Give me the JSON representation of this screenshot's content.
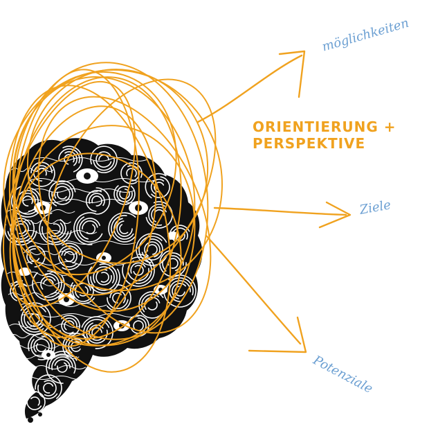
{
  "headline": {
    "line1": "ORIENTIERUNG +",
    "line2": "PERSPEKTIVE"
  },
  "labels": {
    "moeglichkeiten": "möglichkeiten",
    "ziele": "Ziele",
    "potenziale": "Potenziale"
  },
  "colors": {
    "accent_orange": "#f0a21f",
    "handwriting_blue": "#6b9fd2",
    "ink": "#111111",
    "background": "#ffffff"
  },
  "icons": {
    "doodle": "doodle-cloud-illustration",
    "scribble": "orange-scribble",
    "arrows": "orange-arrow"
  }
}
